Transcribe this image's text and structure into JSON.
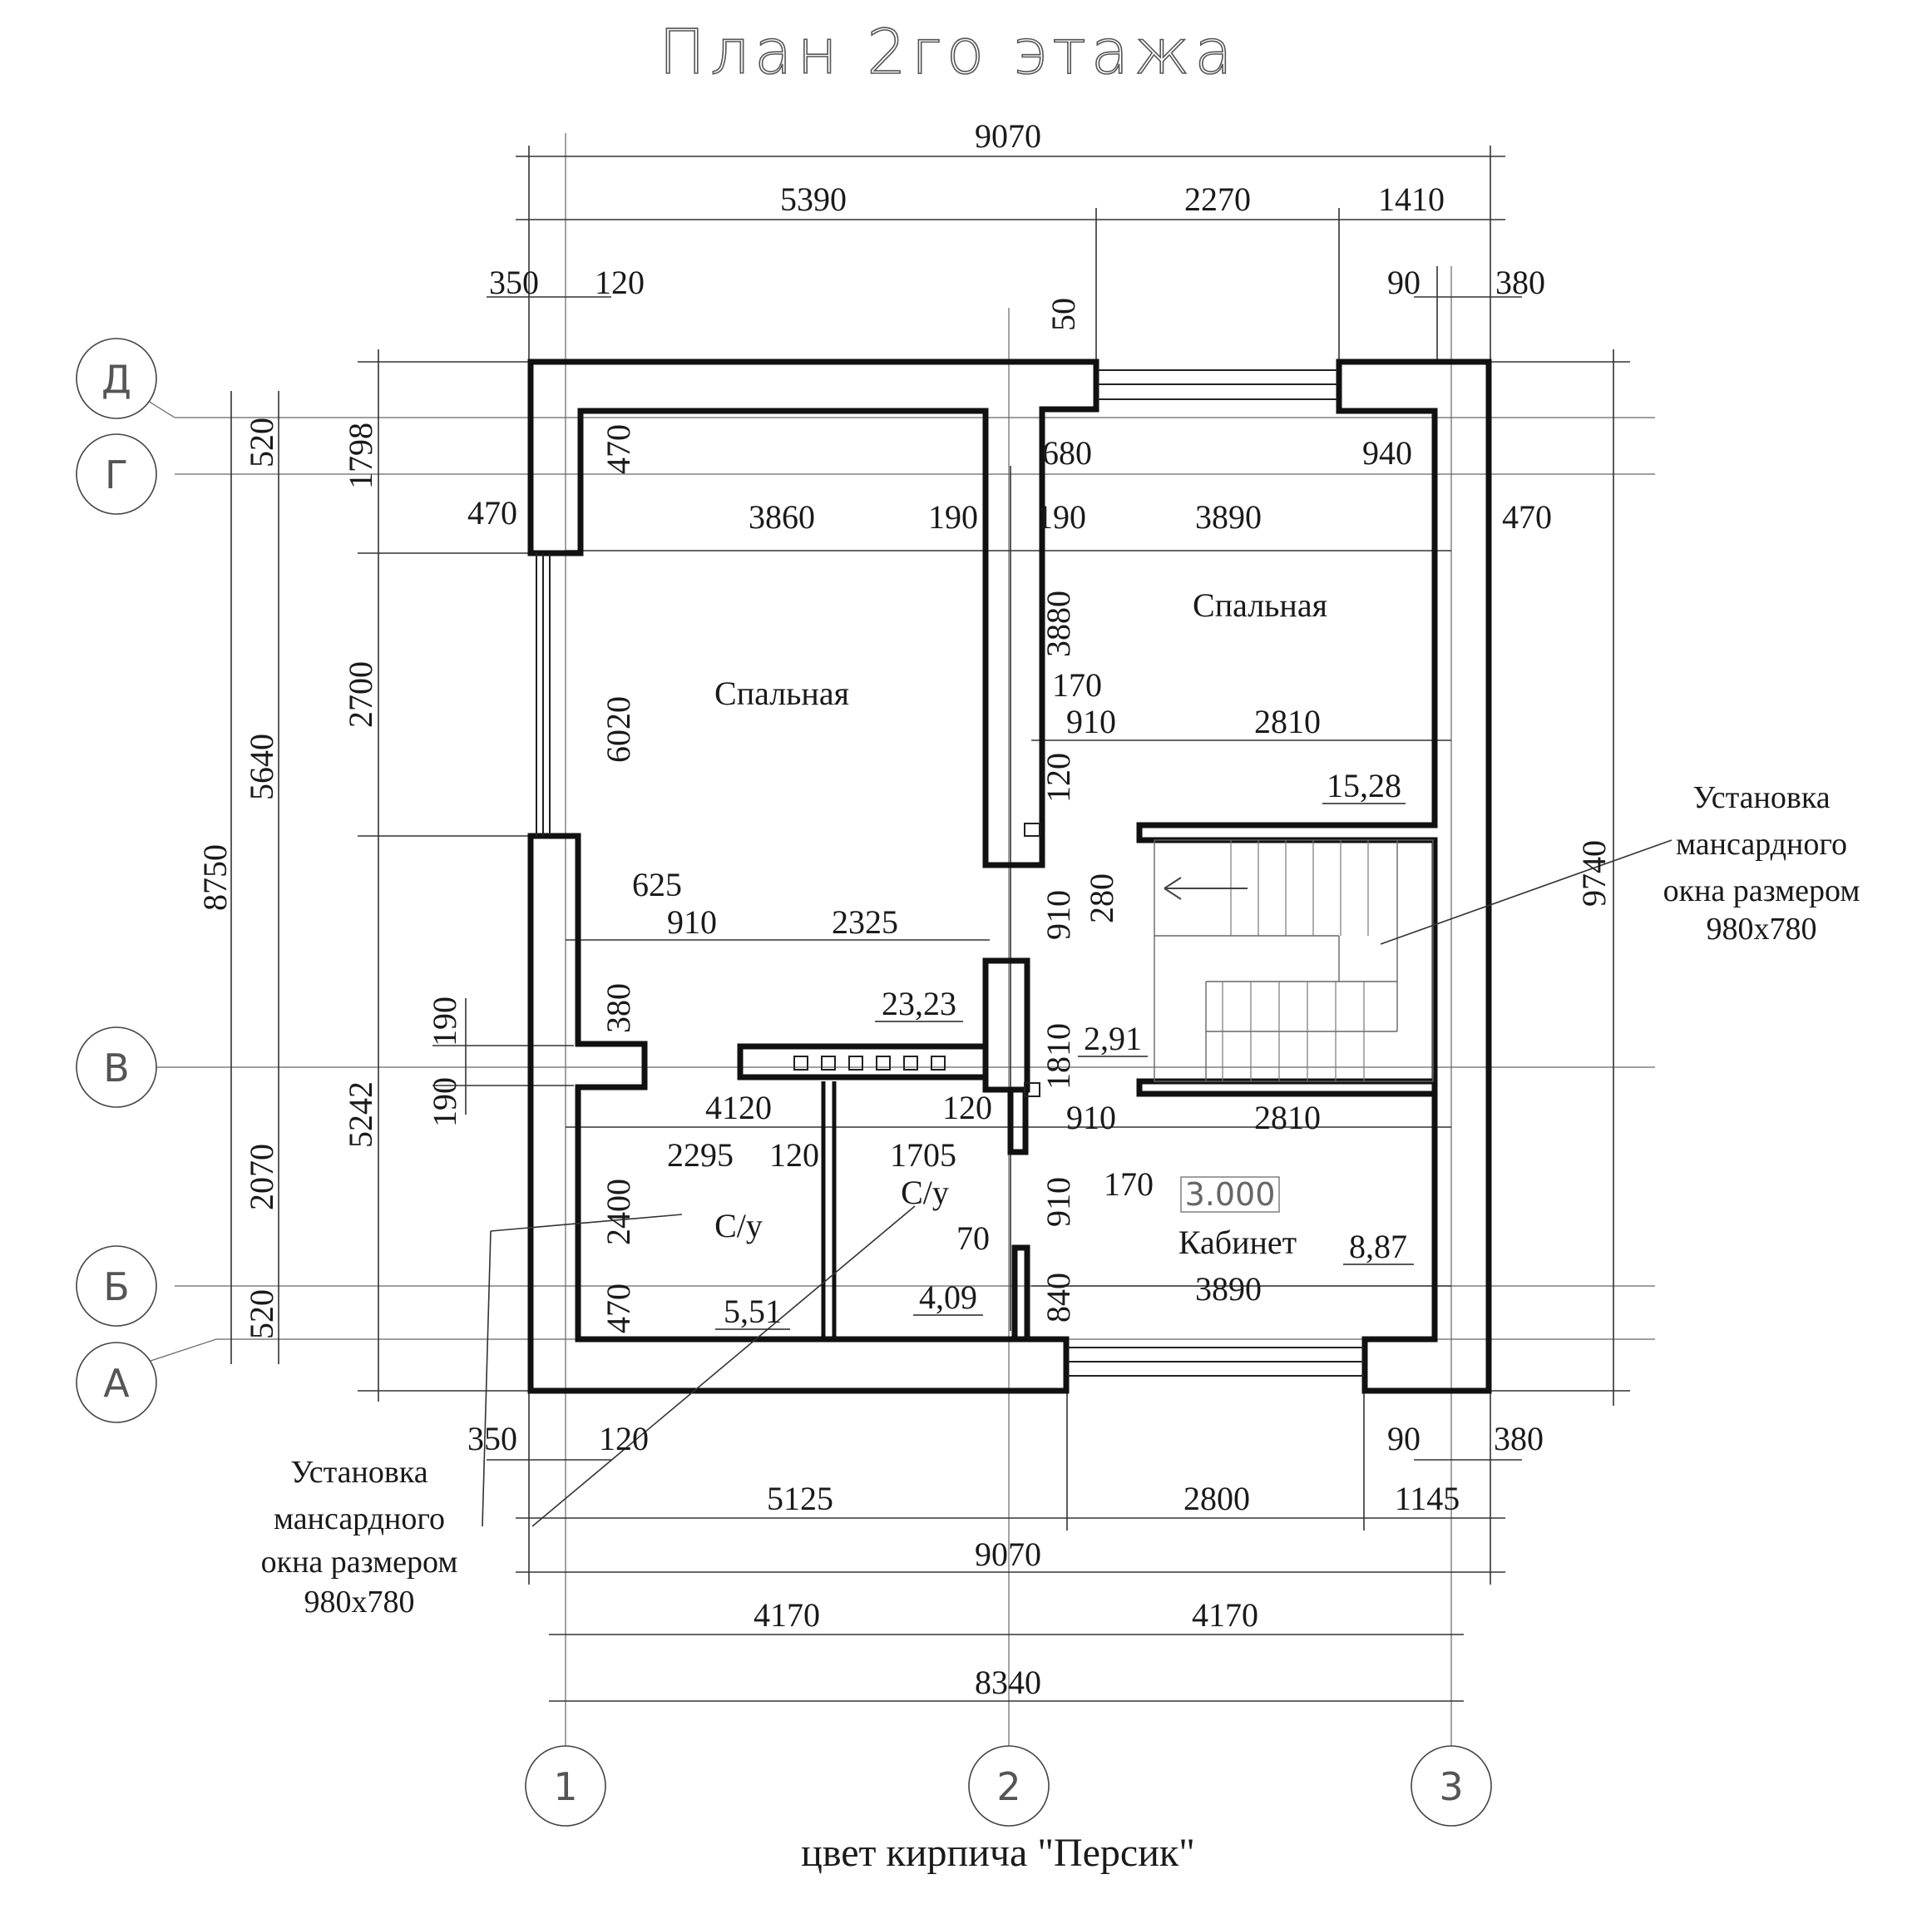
{
  "title": "План 2го этажа",
  "footer": "цвет кирпича \"Персик\"",
  "grid_axes": {
    "rows": [
      "Д",
      "Г",
      "В",
      "Б",
      "А"
    ],
    "columns": [
      "1",
      "2",
      "3"
    ]
  },
  "rooms": {
    "bedroom_left": {
      "label": "Спальная"
    },
    "bedroom_right": {
      "label": "Спальная",
      "area": "15,28"
    },
    "bedroom_left_area": "23,23",
    "stair_area": "2,91",
    "wc_left": {
      "label": "С/у",
      "area": "5,51"
    },
    "wc_right": {
      "label": "С/у",
      "area": "4,09"
    },
    "office": {
      "label": "Кабинет",
      "area": "8,87"
    },
    "level_mark": "3.000"
  },
  "notes": {
    "roof_window_right": [
      "Установка",
      "мансардного",
      "окна размером",
      "980х780"
    ],
    "roof_window_left": [
      "Установка",
      "мансардного",
      "окна размером",
      "980х780"
    ]
  },
  "dimensions": {
    "top_total": "9070",
    "top_chain": [
      "5390",
      "2270",
      "1410"
    ],
    "top_small_left": [
      "350",
      "120"
    ],
    "top_small_right": [
      "90",
      "380"
    ],
    "top_50": "50",
    "bottom_small_left": [
      "350",
      "120"
    ],
    "bottom_small_right": [
      "90",
      "380"
    ],
    "bottom_chain": [
      "5125",
      "2800",
      "1145"
    ],
    "bottom_total": "9070",
    "axis_chain": [
      "4170",
      "4170"
    ],
    "axis_total": "8340",
    "left_outer_total": "8750",
    "left_outer_chain": [
      "520",
      "5640",
      "2070",
      "520"
    ],
    "left_inner_chain": [
      "1798",
      "2700",
      "5242"
    ],
    "left_190_pair": [
      "190",
      "190"
    ],
    "right_total": "9740",
    "interior": {
      "w470_left": "470",
      "w470_right": "470",
      "d470_top": "470",
      "d3860": "3860",
      "d190_a": "190",
      "d190_b": "190",
      "d3890_top": "3890",
      "d680": "680",
      "d940": "940",
      "d6020": "6020",
      "d3880": "3880",
      "d170_top": "170",
      "d910_a": "910",
      "d2810_a": "2810",
      "d120_v": "120",
      "d910_v1": "910",
      "d280": "280",
      "d625": "625",
      "d910_b": "910",
      "d2325": "2325",
      "d380": "380",
      "d1810": "1810",
      "d4120": "4120",
      "d120_h": "120",
      "d910_c": "910",
      "d2810_b": "2810",
      "d2295": "2295",
      "d120_c": "120",
      "d1705": "1705",
      "d170_bot": "170",
      "d910_v2": "910",
      "d2400": "2400",
      "d70": "70",
      "d470_bot": "470",
      "d840": "840",
      "d3890_bot": "3890"
    }
  }
}
